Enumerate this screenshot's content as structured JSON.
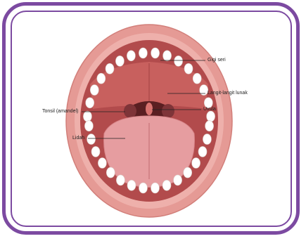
{
  "labels": {
    "gigi_seri": "Gigi seri",
    "langit_langit_lunak": "Langit-langit lunak",
    "tonsil": "Tonsil (amandel)",
    "uvula": "Uvula",
    "lidah": "Lidah"
  },
  "colors": {
    "frame": "#7c4aa1",
    "lips": "#e59a95",
    "palate": "#c8605e",
    "throat": "#5a1f22",
    "tongue": "#e69da0",
    "teeth": "#ffffff"
  }
}
